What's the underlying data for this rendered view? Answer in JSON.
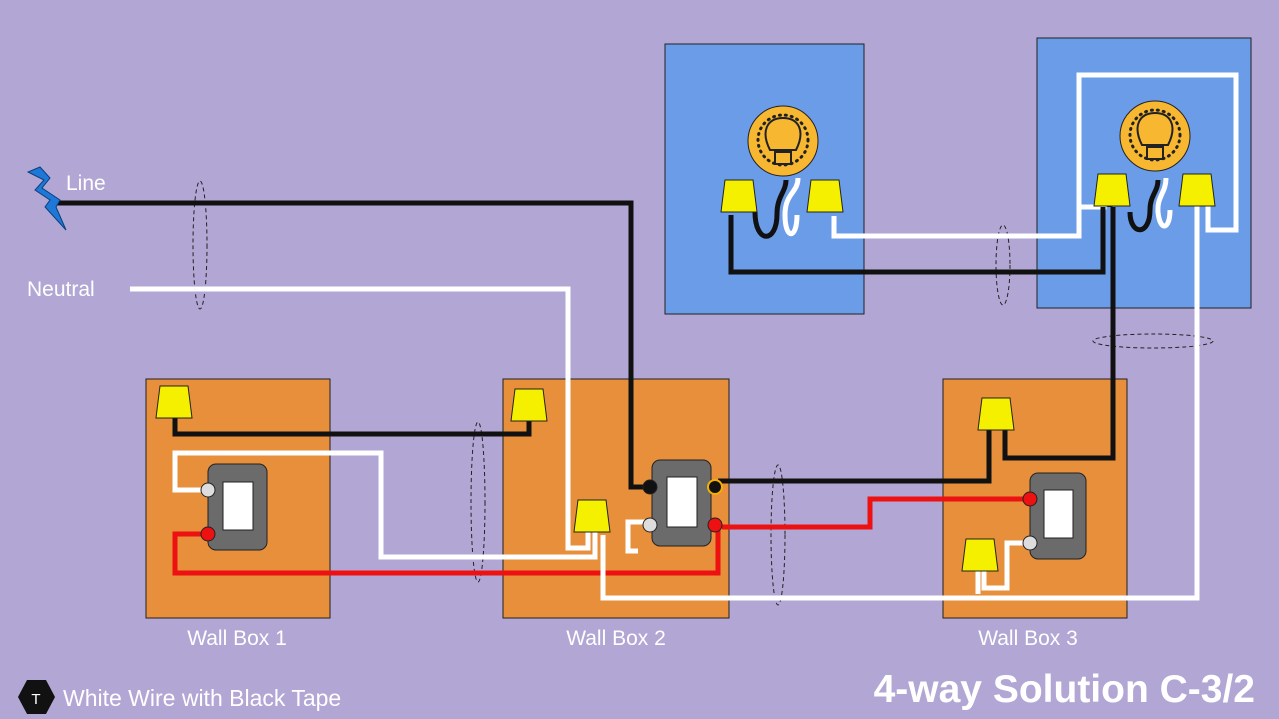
{
  "labels": {
    "line": "Line",
    "neutral": "Neutral",
    "wall_box_1": "Wall Box 1",
    "wall_box_2": "Wall Box 2",
    "wall_box_3": "Wall Box 3",
    "legend_badge": "T",
    "legend_text": "White Wire with Black Tape",
    "title": "4-way Solution C-3/2"
  },
  "colors": {
    "background": "#b2a6d4",
    "wall_box": "#e78f3b",
    "fixture_box": "#6b9ce8",
    "hot_wire": "#111111",
    "neutral_wire": "#ffffff",
    "red_wire": "#ee1111",
    "wire_nut": "#f5f000",
    "switch_body": "#6b6b6b",
    "bulb": "#f7b731",
    "lightning": "#1f77d8"
  }
}
